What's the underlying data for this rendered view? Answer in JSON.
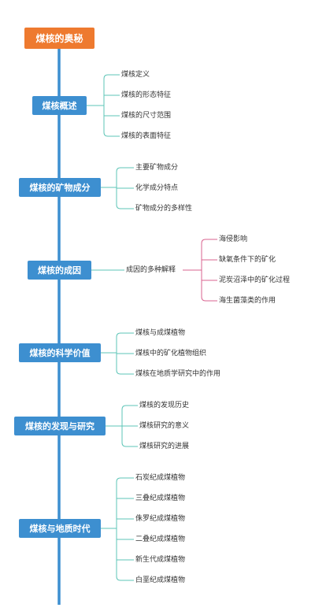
{
  "colors": {
    "trunk": "#3d8fd0",
    "root_fill": "#ee7a2f",
    "topic_fill": "#3d8fd0",
    "branch_teal": "#5ec5b7",
    "branch_pink": "#d9638f"
  },
  "mindmap": {
    "root": "煤核的奥秘",
    "topics": [
      {
        "label": "煤核概述",
        "items": [
          "煤核定义",
          "煤核的形态特征",
          "煤核的尺寸范围",
          "煤核的表面特征"
        ]
      },
      {
        "label": "煤核的矿物成分",
        "items": [
          "主要矿物成分",
          "化学成分特点",
          "矿物成分的多样性"
        ]
      },
      {
        "label": "煤核的成因",
        "items": [
          "成因的多种解释"
        ],
        "subitems": [
          "海侵影响",
          "缺氧条件下的矿化",
          "泥炭沼泽中的矿化过程",
          "海生菌藻类的作用"
        ]
      },
      {
        "label": "煤核的科学价值",
        "items": [
          "煤核与成煤植物",
          "煤核中的矿化植物组织",
          "煤核在地质学研究中的作用"
        ]
      },
      {
        "label": "煤核的发现与研究",
        "items": [
          "煤核的发现历史",
          "煤核研究的意义",
          "煤核研究的进展"
        ]
      },
      {
        "label": "煤核与地质时代",
        "items": [
          "石炭纪成煤植物",
          "三叠纪成煤植物",
          "侏罗纪成煤植物",
          "二叠纪成煤植物",
          "新生代成煤植物",
          "白垩纪成煤植物"
        ]
      }
    ]
  }
}
